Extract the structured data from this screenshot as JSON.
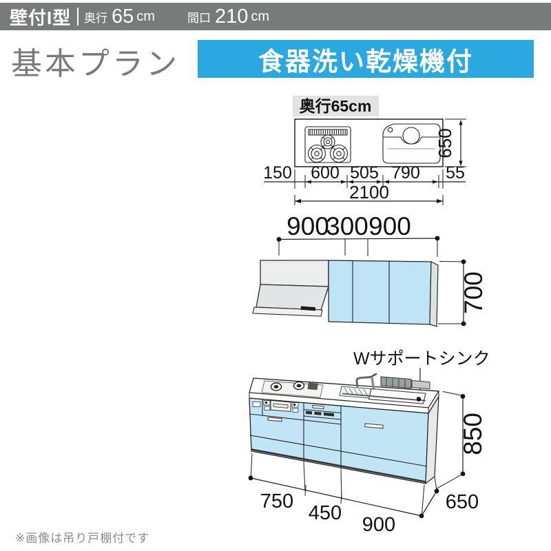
{
  "header": {
    "type_label": "壁付I型",
    "depth_label": "奥行",
    "depth_value": "65",
    "depth_unit": "cm",
    "width_label": "間口",
    "width_value": "210",
    "width_unit": "cm"
  },
  "plan": {
    "title": "基本プラン",
    "banner": "食器洗い乾燥機付"
  },
  "top_view": {
    "depth_tag": "奥行65cm",
    "seg_widths": [
      "150",
      "600",
      "505",
      "790",
      "55"
    ],
    "total_width": "2100",
    "depth": "650"
  },
  "wall_view": {
    "seg_widths": [
      "900",
      "300",
      "900"
    ],
    "height": "700"
  },
  "front_view": {
    "sink_label": "Wサポートシンク",
    "seg_widths": [
      "750",
      "450",
      "900"
    ],
    "height": "850",
    "depth": "650"
  },
  "footnote": "※画像は吊り戸棚付です",
  "colors": {
    "accent_cyan": "#2aa8df",
    "cabinet_blue": "#c2e5f6",
    "header_gray": "#797a7c",
    "hood_gray": "#e9ecec"
  }
}
